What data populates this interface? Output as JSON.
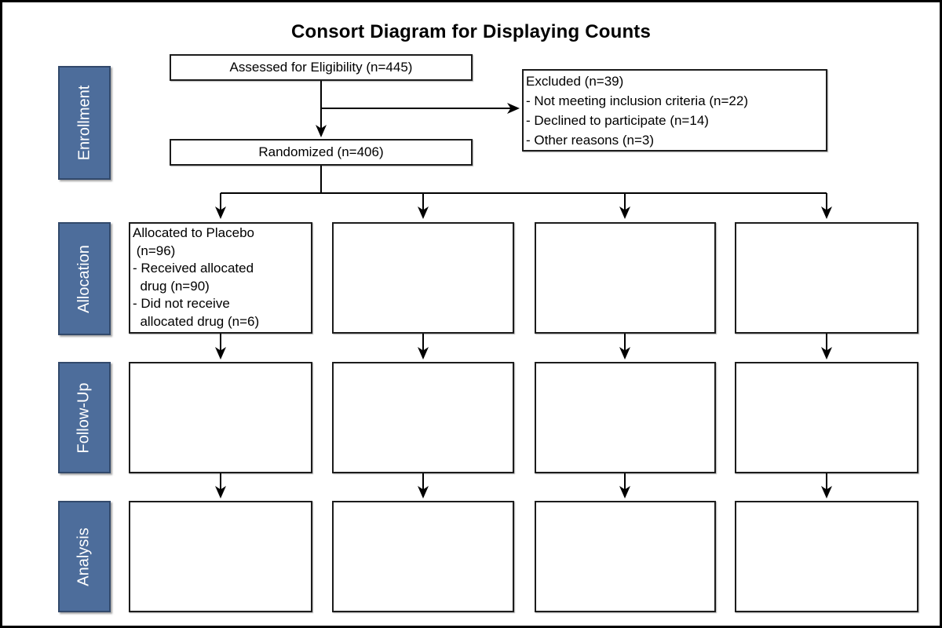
{
  "title": "Consort Diagram for Displaying Counts",
  "stages": [
    {
      "id": "enrollment",
      "label": "Enrollment"
    },
    {
      "id": "allocation",
      "label": "Allocation"
    },
    {
      "id": "followup",
      "label": "Follow-Up"
    },
    {
      "id": "analysis",
      "label": "Analysis"
    }
  ],
  "boxes": {
    "assessed": {
      "text": "Assessed for Eligibility (n=445)"
    },
    "excluded": {
      "lines": [
        "Excluded (n=39)",
        "- Not meeting inclusion criteria (n=22)",
        "- Declined to participate (n=14)",
        "- Other reasons (n=3)"
      ]
    },
    "randomized": {
      "text": "Randomized (n=406)"
    },
    "allocation_row": [
      {
        "lines": [
          "Allocated to Placebo",
          " (n=96)",
          "- Received allocated",
          "  drug (n=90)",
          "- Did not receive",
          "  allocated drug (n=6)"
        ]
      },
      {
        "lines": []
      },
      {
        "lines": []
      },
      {
        "lines": []
      }
    ],
    "followup_row": [
      {
        "lines": []
      },
      {
        "lines": []
      },
      {
        "lines": []
      },
      {
        "lines": []
      }
    ],
    "analysis_row": [
      {
        "lines": []
      },
      {
        "lines": []
      },
      {
        "lines": []
      },
      {
        "lines": []
      }
    ]
  },
  "colors": {
    "stage_fill": "#4d6d9b",
    "stage_border": "#32496b",
    "stage_text": "#ffffff",
    "box_border": "#1c1c1c",
    "line": "#000000",
    "background": "#ffffff"
  }
}
